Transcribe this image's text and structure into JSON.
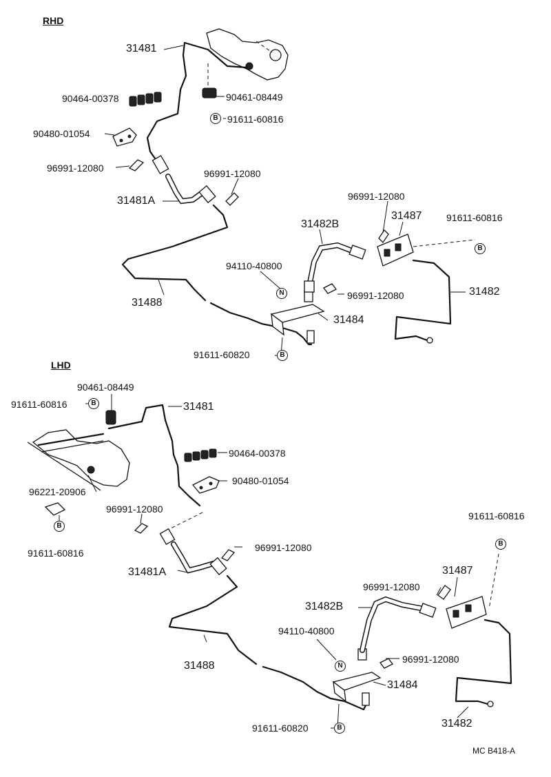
{
  "sections": {
    "rhd": {
      "title": "RHD"
    },
    "lhd": {
      "title": "LHD"
    }
  },
  "badges": {
    "b": "B",
    "n": "N"
  },
  "rhd": {
    "p31481": "31481",
    "p90464": "90464-00378",
    "p90461": "90461-08449",
    "p91611_816": "91611-60816",
    "p90480": "90480-01054",
    "p96991_a": "96991-12080",
    "p96991_b": "96991-12080",
    "p31481A": "31481A",
    "p96991_c": "96991-12080",
    "p31487": "31487",
    "p91611_816b": "91611-60816",
    "p31482B": "31482B",
    "p94110": "94110-40800",
    "p96991_d": "96991-12080",
    "p31482": "31482",
    "p31488": "31488",
    "p31484": "31484",
    "p91611_820": "91611-60820"
  },
  "lhd": {
    "p90461": "90461-08449",
    "p91611_816a": "91611-60816",
    "p31481": "31481",
    "p90464": "90464-00378",
    "p90480": "90480-01054",
    "p96221": "96221-20906",
    "p96991_a": "96991-12080",
    "p91611_816b": "91611-60816",
    "p96991_b": "96991-12080",
    "p91611_816c": "91611-60816",
    "p31481A": "31481A",
    "p31487": "31487",
    "p96991_c": "96991-12080",
    "p31482B": "31482B",
    "p94110": "94110-40800",
    "p96991_d": "96991-12080",
    "p31488": "31488",
    "p31484": "31484",
    "p31482": "31482",
    "p91611_820": "91611-60820"
  },
  "caption": "MC B418-A"
}
